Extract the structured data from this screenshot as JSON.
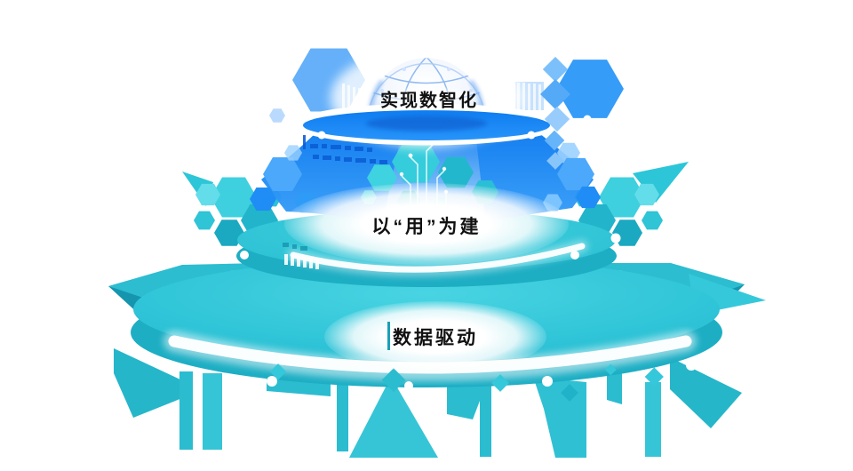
{
  "background": "#ffffff",
  "palette": {
    "blue": "#1283f3",
    "blue_light": "#4ba8fb",
    "blue_dark": "#0a5ac9",
    "teal": "#2bc3d6",
    "teal_light": "#4fd6e4",
    "teal_dark": "#17a4bc",
    "text": "#111111",
    "white": "#ffffff"
  },
  "tiers": [
    {
      "id": "top",
      "label": "实现数智化"
    },
    {
      "id": "middle",
      "label": "以“用”为建"
    },
    {
      "id": "bottom",
      "label": "数据驱动"
    }
  ]
}
